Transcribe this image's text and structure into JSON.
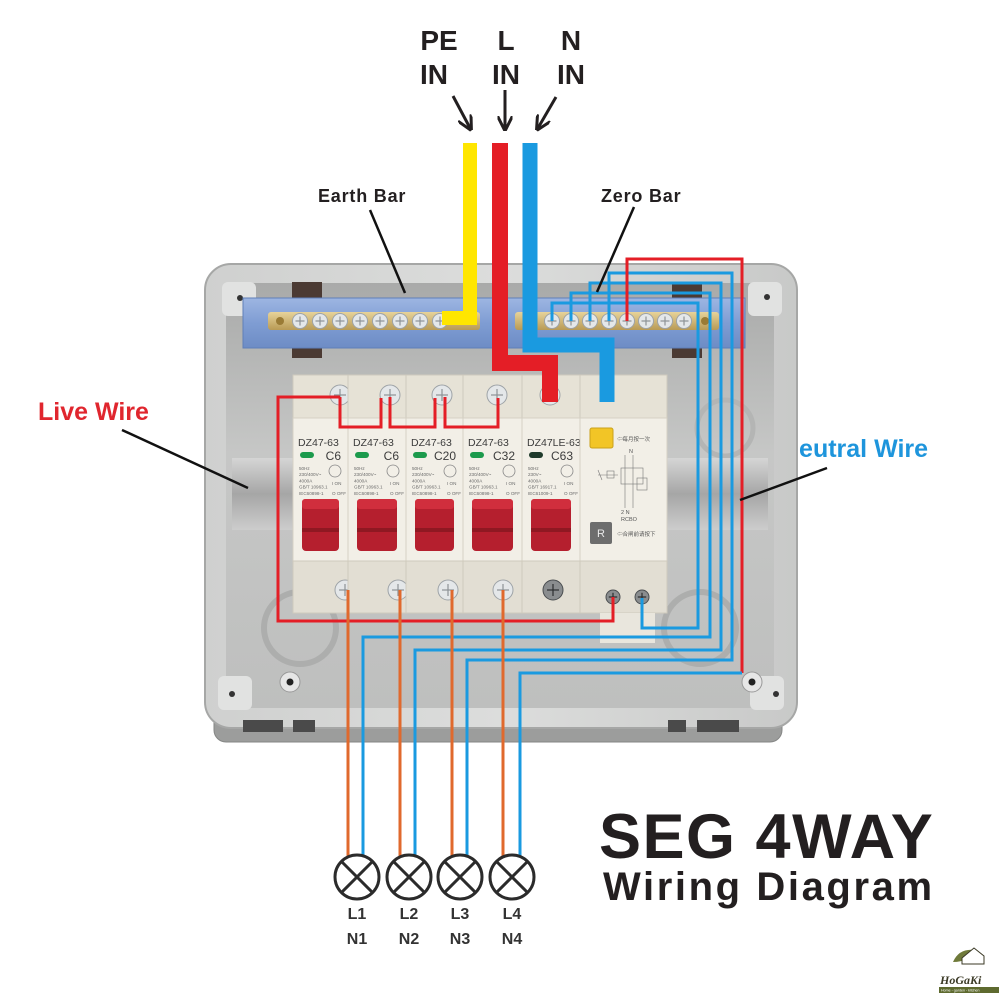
{
  "inputs": [
    {
      "conductor": "PE",
      "direction": "IN"
    },
    {
      "conductor": "L",
      "direction": "IN"
    },
    {
      "conductor": "N",
      "direction": "IN"
    }
  ],
  "callouts": {
    "earth_bar": "Earth Bar",
    "zero_bar": "Zero Bar",
    "live_wire": "Live Wire",
    "neutral_wire": "Neutral Wire"
  },
  "breakers": [
    {
      "model": "DZ47-63",
      "rating": "C6",
      "specs": [
        "50Hz",
        "230/400V~",
        "4000A",
        "GB/T 10963.1",
        "IEC60898-1"
      ],
      "on_label": "I ON",
      "off_label": "O OFF"
    },
    {
      "model": "DZ47-63",
      "rating": "C6",
      "specs": [
        "50Hz",
        "230/400V~",
        "4000A",
        "GB/T 10963.1",
        "IEC60898-1"
      ],
      "on_label": "I ON",
      "off_label": "O OFF"
    },
    {
      "model": "DZ47-63",
      "rating": "C20",
      "specs": [
        "50Hz",
        "230/400V~",
        "4000A",
        "GB/T 10963.1",
        "IEC60898-1"
      ],
      "on_label": "I ON",
      "off_label": "O OFF"
    },
    {
      "model": "DZ47-63",
      "rating": "C32",
      "specs": [
        "50Hz",
        "230/400V~",
        "4000A",
        "GB/T 10963.1",
        "IEC60898-1"
      ],
      "on_label": "I ON",
      "off_label": "O OFF"
    },
    {
      "model": "DZ47LE-63",
      "rating": "C63",
      "specs": [
        "50Hz",
        "230V~",
        "4000A",
        "GB/T 16917.1",
        "IEC61009-1"
      ],
      "on_label": "I ON",
      "off_label": "O OFF"
    }
  ],
  "rcbo": {
    "test_label": "⇦每月按一次",
    "reset_label": "⇦合闸前请按下",
    "reset_button": "R",
    "type": "RCBO",
    "terminal_top": "N",
    "terminal_bottom": "2 N"
  },
  "loads": [
    {
      "live": "L1",
      "neutral": "N1"
    },
    {
      "live": "L2",
      "neutral": "N2"
    },
    {
      "live": "L3",
      "neutral": "N3"
    },
    {
      "live": "L4",
      "neutral": "N4"
    }
  ],
  "title": {
    "line1": "SEG 4WAY",
    "line2": "Wiring Diagram"
  },
  "brand": {
    "name": "HoGaKi",
    "tagline": "Home - garden - kitchen"
  },
  "colors": {
    "earth": "#ffe600",
    "live": "#e41e26",
    "neutral": "#1a9ae0",
    "load_live": "#e0692d",
    "live_label": "#e0262e",
    "neutral_label": "#1e95dc",
    "title": "#231f20"
  }
}
